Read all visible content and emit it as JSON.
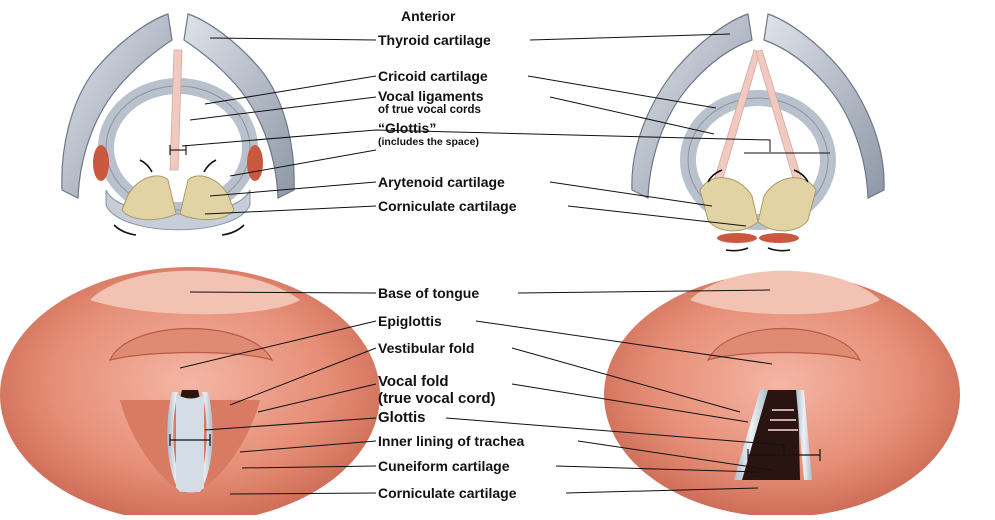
{
  "top_labels": {
    "anterior": "Anterior",
    "thyroid": "Thyroid cartilage",
    "cricoid": "Cricoid cartilage",
    "vocal_ligaments": "Vocal ligaments",
    "vocal_ligaments_sub": "of true vocal cords",
    "glottis_top": "“Glottis”",
    "glottis_top_sub": "(includes the space)",
    "arytenoid": "Arytenoid cartilage",
    "corniculate_top": "Corniculate cartilage"
  },
  "bottom_labels": {
    "base_tongue": "Base of tongue",
    "epiglottis": "Epiglottis",
    "vestibular": "Vestibular fold",
    "vocal_fold": "Vocal fold",
    "vocal_fold_sub": "(true vocal cord)",
    "glottis": "Glottis",
    "inner_lining": "Inner lining of trachea",
    "cuneiform": "Cuneiform cartilage",
    "corniculate_bottom": "Corniculate cartilage"
  },
  "colors": {
    "cartilage_gray": "#9aa3b1",
    "cartilage_light": "#c9ced8",
    "arytenoid": "#e2d3a4",
    "ligament": "#f0c9c0",
    "muscle": "#c9583f",
    "tissue": "#e9957f",
    "tissue_dark": "#c0604c",
    "vocal_cord": "#d4dde6",
    "leader_line": "#111111"
  }
}
